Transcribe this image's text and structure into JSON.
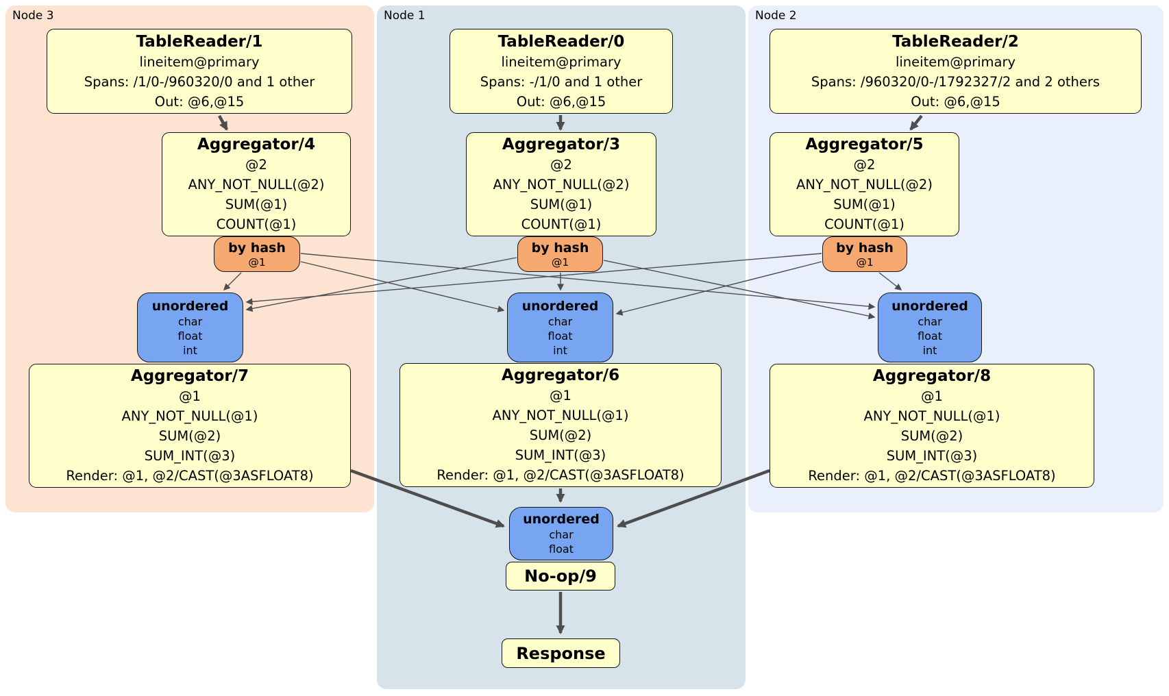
{
  "colors": {
    "node3_bg": "#fce3d2",
    "node1_bg": "#d7e3eb",
    "node2_bg": "#e9effb",
    "op_bg": "#ffffcc",
    "router_bg": "#f5a86f",
    "sync_bg": "#77a5f2",
    "edge": "#4d4d4d"
  },
  "groups": {
    "node3": {
      "label": "Node 3",
      "table_reader": {
        "title": "TableReader/1",
        "lines": [
          "lineitem@primary",
          "Spans: /1/0-/960320/0 and 1 other",
          "Out: @6,@15"
        ]
      },
      "aggregator_top": {
        "title": "Aggregator/4",
        "lines": [
          "@2",
          "ANY_NOT_NULL(@2)",
          "SUM(@1)",
          "COUNT(@1)"
        ]
      },
      "router": {
        "title": "by hash",
        "lines": [
          "@1"
        ]
      },
      "sync": {
        "title": "unordered",
        "lines": [
          "char",
          "float",
          "int"
        ]
      },
      "aggregator_bottom": {
        "title": "Aggregator/7",
        "lines": [
          "@1",
          "ANY_NOT_NULL(@1)",
          "SUM(@2)",
          "SUM_INT(@3)",
          "Render: @1, @2/CAST(@3ASFLOAT8)"
        ]
      }
    },
    "node1": {
      "label": "Node 1",
      "table_reader": {
        "title": "TableReader/0",
        "lines": [
          "lineitem@primary",
          "Spans: -/1/0 and 1 other",
          "Out: @6,@15"
        ]
      },
      "aggregator_top": {
        "title": "Aggregator/3",
        "lines": [
          "@2",
          "ANY_NOT_NULL(@2)",
          "SUM(@1)",
          "COUNT(@1)"
        ]
      },
      "router": {
        "title": "by hash",
        "lines": [
          "@1"
        ]
      },
      "sync": {
        "title": "unordered",
        "lines": [
          "char",
          "float",
          "int"
        ]
      },
      "aggregator_bottom": {
        "title": "Aggregator/6",
        "lines": [
          "@1",
          "ANY_NOT_NULL(@1)",
          "SUM(@2)",
          "SUM_INT(@3)",
          "Render: @1, @2/CAST(@3ASFLOAT8)"
        ]
      },
      "final_sync": {
        "title": "unordered",
        "lines": [
          "char",
          "float"
        ]
      },
      "noop": {
        "title": "No-op/9"
      },
      "response": {
        "title": "Response"
      }
    },
    "node2": {
      "label": "Node 2",
      "table_reader": {
        "title": "TableReader/2",
        "lines": [
          "lineitem@primary",
          "Spans: /960320/0-/1792327/2 and 2 others",
          "Out: @6,@15"
        ]
      },
      "aggregator_top": {
        "title": "Aggregator/5",
        "lines": [
          "@2",
          "ANY_NOT_NULL(@2)",
          "SUM(@1)",
          "COUNT(@1)"
        ]
      },
      "router": {
        "title": "by hash",
        "lines": [
          "@1"
        ]
      },
      "sync": {
        "title": "unordered",
        "lines": [
          "char",
          "float",
          "int"
        ]
      },
      "aggregator_bottom": {
        "title": "Aggregator/8",
        "lines": [
          "@1",
          "ANY_NOT_NULL(@1)",
          "SUM(@2)",
          "SUM_INT(@3)",
          "Render: @1, @2/CAST(@3ASFLOAT8)"
        ]
      }
    }
  }
}
